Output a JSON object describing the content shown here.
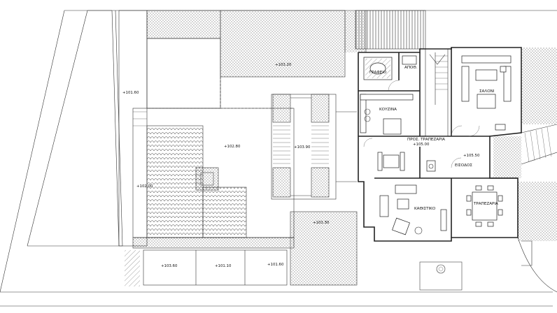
{
  "drawing": {
    "rooms": {
      "grafeio": "ΓΡΑΦΕΙΟ",
      "apothiki": "ΑΠΟΘ.",
      "saloni": "ΣΑΛΟΝΙ",
      "kouzina": "ΚΟΥΖΙΝΑ",
      "prostrapezaria": "ΠΡΟΣ. ΤΡΑΠΕΖΑΡΙΑ",
      "eisodos": "ΕΙΣΟΔΟΣ",
      "kathistiko": "ΚΑΘΙΣΤΙΚΟ",
      "trapezaria": "ΤΡΑΠΕΖΑΡΙΑ"
    },
    "elevations": {
      "west_strip": "+101.60",
      "roof_top": "+103.20",
      "central_terrace": "+102.80",
      "bridge": "+103.90",
      "west_low": "+102.00",
      "south_court": "+103.30",
      "prostrapezaria_level": "+105.00",
      "eisodos_level": "+105.50",
      "south_1": "+103.60",
      "south_2": "+101.10",
      "south_3": "+101.60"
    },
    "colors": {
      "line": "#222222",
      "paper": "#ffffff"
    }
  }
}
